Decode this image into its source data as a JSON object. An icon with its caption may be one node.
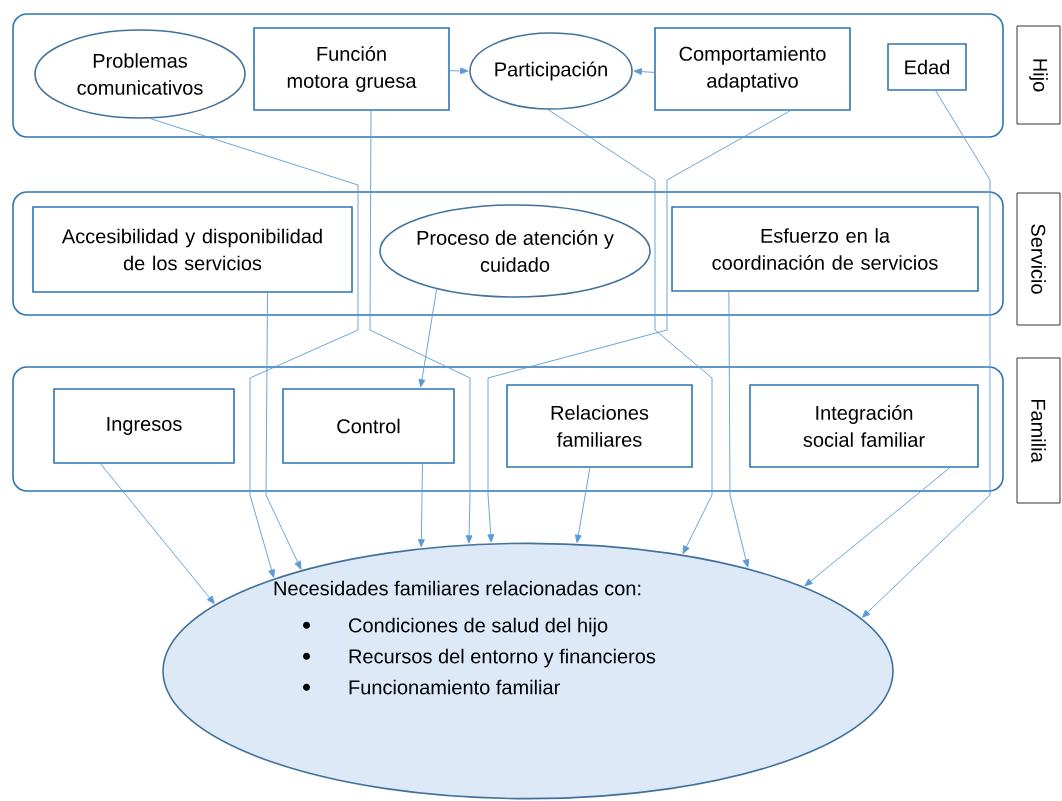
{
  "diagram": {
    "nodes": [
      {
        "text": [],
        "shape": "box"
      },
      {
        "text": [
          "Problemas comunicativos"
        ],
        "in": 0
      },
      {
        "text": [
          "Función motora gruesa"
        ],
        "in": 0
      },
      {
        "text": [
          "Participación"
        ],
        "in": 0
      },
      {
        "text": [
          "Comportamiento adaptativo"
        ],
        "in": 0
      },
      {
        "text": [
          "Edad"
        ],
        "in": 0
      },
      {
        "text": [
          "Hijo"
        ]
      },
      {
        "text": [],
        "shape": "box"
      },
      {
        "text": [
          "Accesibilidad y disponibilidad de los servicios"
        ],
        "in": 7
      },
      {
        "text": [
          "Proceso de atención y cuidado"
        ],
        "in": 7
      },
      {
        "text": [
          "Esfuerzo en la coordinación de servicios"
        ],
        "in": 7
      },
      {
        "text": [
          "Servicio"
        ]
      },
      {
        "text": [],
        "shape": "box"
      },
      {
        "text": [
          "Ingresos"
        ],
        "in": 12
      },
      {
        "text": [
          "Control"
        ],
        "in": 12
      },
      {
        "text": [
          "Relaciones familiares"
        ],
        "in": 12
      },
      {
        "text": [
          "Integración social familiar"
        ],
        "in": 12
      },
      {
        "text": [
          "Familia"
        ]
      },
      {
        "text": [
          "Necesidades familiares relacionadas con:",
          "Condiciones de salud del hijo",
          "Recursos del entorno y financieros",
          "Funcionamiento familiar"
        ]
      }
    ],
    "edges": [
      {
        "from": 2,
        "to": 3,
        "arrow": "to"
      },
      {
        "from": 4,
        "to": 3,
        "arrow": "to"
      },
      {
        "from": 1,
        "to": 18,
        "arrow": "to"
      },
      {
        "from": 2,
        "to": 18,
        "arrow": "to"
      },
      {
        "from": 3,
        "to": 18,
        "arrow": "to"
      },
      {
        "from": 4,
        "to": 18,
        "arrow": "to"
      },
      {
        "from": 5,
        "to": 18,
        "arrow": "to"
      },
      {
        "from": 8,
        "to": 18,
        "arrow": "to"
      },
      {
        "from": 9,
        "to": 14,
        "arrow": "to"
      },
      {
        "from": 10,
        "to": 18,
        "arrow": "to"
      },
      {
        "from": 13,
        "to": 18,
        "arrow": "to"
      },
      {
        "from": 14,
        "to": 18,
        "arrow": "to"
      },
      {
        "from": 15,
        "to": 18,
        "arrow": "to"
      },
      {
        "from": 16,
        "to": 18,
        "arrow": "to"
      }
    ]
  }
}
